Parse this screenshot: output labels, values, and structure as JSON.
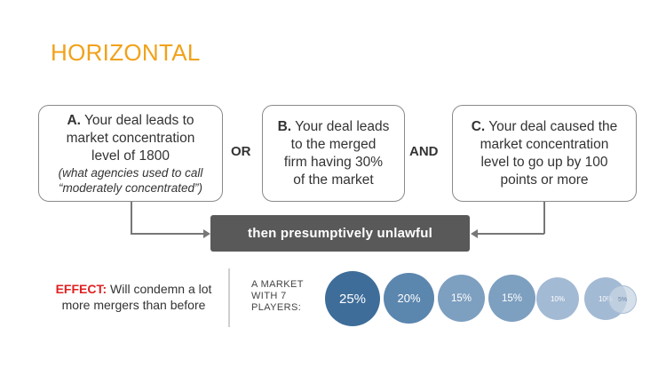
{
  "title": "HORIZONTAL",
  "conditions": {
    "a": {
      "lead": "A.",
      "lines": [
        "Your deal leads to",
        "market concentration",
        "level of 1800"
      ],
      "note": [
        "(what agencies used to call",
        "“moderately concentrated”)"
      ]
    },
    "b": {
      "lead": "B.",
      "lines": [
        "Your deal leads",
        "to the merged",
        "firm having 30%",
        "of the market"
      ]
    },
    "c": {
      "lead": "C.",
      "lines": [
        "Your deal caused the",
        "market concentration",
        "level to go up by 100",
        "points or more"
      ]
    }
  },
  "connectors": {
    "or": "OR",
    "and": "AND"
  },
  "result": "then presumptively unlawful",
  "effect": {
    "key": "EFFECT:",
    "text_line1": "Will condemn a lot",
    "text_line2": "more mergers than before"
  },
  "market": {
    "label": [
      "A MARKET",
      "WITH 7",
      "PLAYERS:"
    ],
    "players": [
      {
        "share": "25%",
        "color": "#3e6d99"
      },
      {
        "share": "20%",
        "color": "#5b86ae"
      },
      {
        "share": "15%",
        "color": "#7d9fc0"
      },
      {
        "share": "15%",
        "color": "#7d9fc0"
      },
      {
        "share": "10%",
        "color": "#a3bad4"
      },
      {
        "share": "10%",
        "color": "#a3bad4"
      },
      {
        "share": "5%",
        "color": "#c8d5e4"
      }
    ]
  }
}
